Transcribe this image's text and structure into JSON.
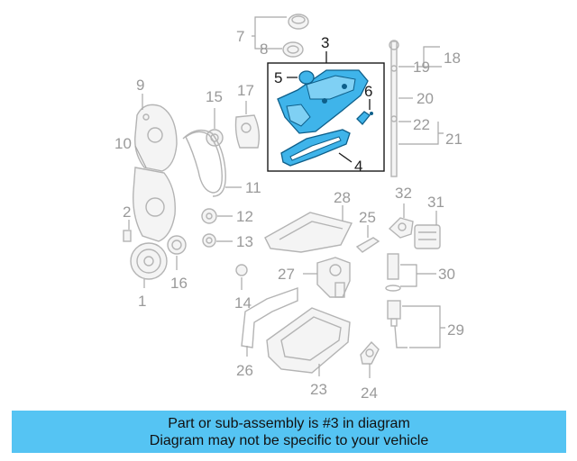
{
  "callouts": {
    "c1": "1",
    "c2": "2",
    "c3": "3",
    "c4": "4",
    "c5": "5",
    "c6": "6",
    "c7": "7",
    "c8": "8",
    "c9": "9",
    "c10": "10",
    "c11": "11",
    "c12": "12",
    "c13": "13",
    "c14": "14",
    "c15": "15",
    "c16": "16",
    "c17": "17",
    "c18": "18",
    "c19": "19",
    "c20": "20",
    "c21": "21",
    "c22": "22",
    "c23": "23",
    "c24": "24",
    "c25": "25",
    "c26": "26",
    "c27": "27",
    "c28": "28",
    "c29": "29",
    "c30": "30",
    "c31": "31",
    "c32": "32"
  },
  "highlighted_part": "3",
  "colors": {
    "highlight": "#3fb4ea",
    "banner": "#55c4f3"
  },
  "banner": {
    "line1": "Part or sub-assembly is #3 in diagram",
    "line2": "Diagram may not be specific to your vehicle"
  }
}
